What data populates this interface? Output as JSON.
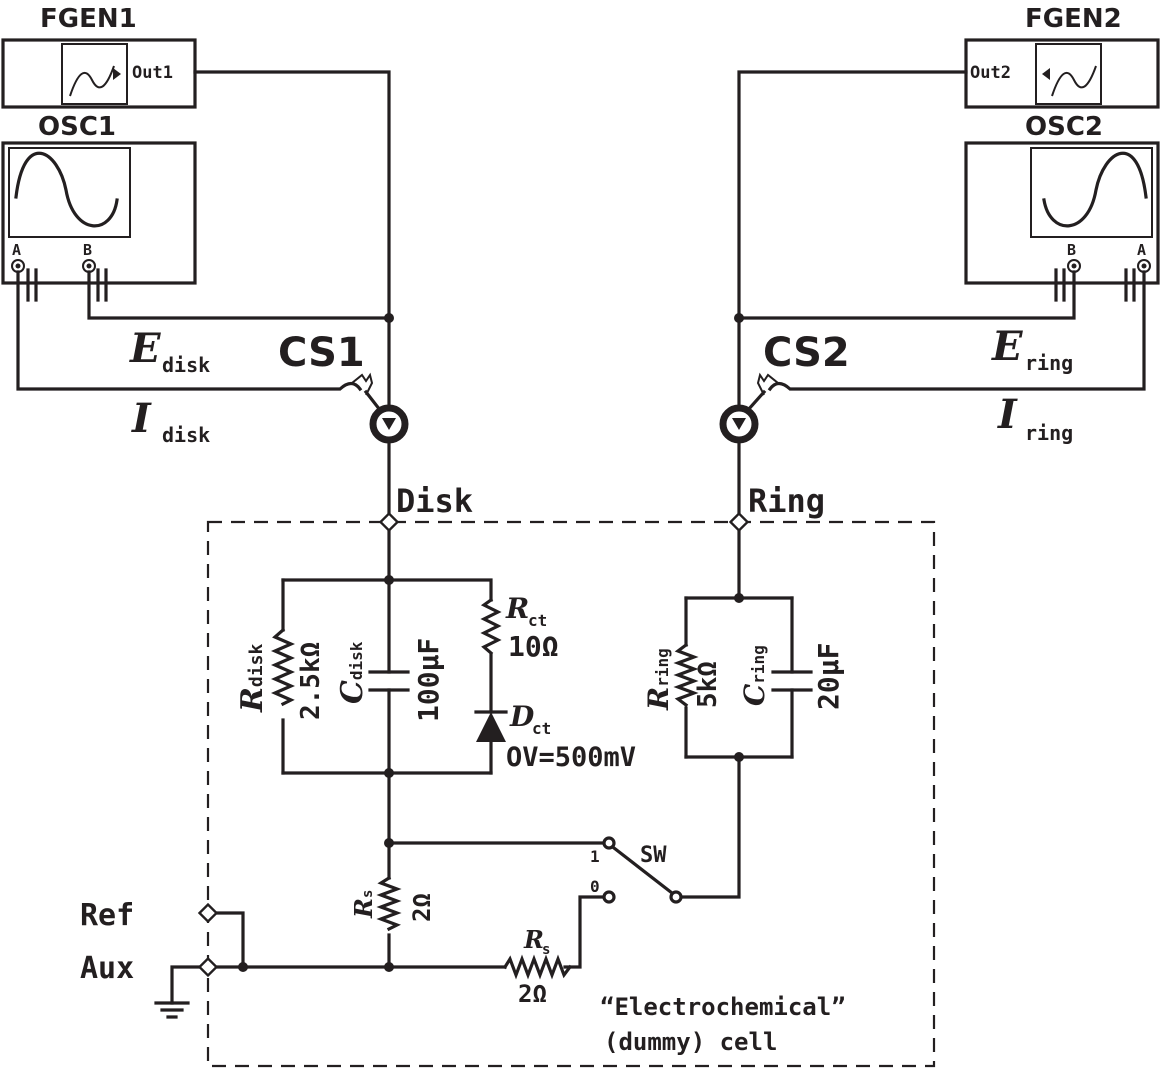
{
  "instruments": {
    "fgen1": {
      "label": "FGEN1",
      "output": "Out1"
    },
    "fgen2": {
      "label": "FGEN2",
      "output": "Out2"
    },
    "osc1": {
      "label": "OSC1",
      "channel_a": "A",
      "channel_b": "B"
    },
    "osc2": {
      "label": "OSC2",
      "channel_a": "A",
      "channel_b": "B"
    }
  },
  "current_sensors": {
    "cs1": "CS1",
    "cs2": "CS2"
  },
  "signals": {
    "e_disk": {
      "main": "E",
      "sub": "disk"
    },
    "i_disk": {
      "main": "I",
      "sub": "disk"
    },
    "e_ring": {
      "main": "E",
      "sub": "ring"
    },
    "i_ring": {
      "main": "I",
      "sub": "ring"
    }
  },
  "terminals": {
    "disk": "Disk",
    "ring": "Ring",
    "ref": "Ref",
    "aux": "Aux"
  },
  "components": {
    "r_disk": {
      "symbol": "R",
      "sub": "disk",
      "value": "2.5kΩ"
    },
    "c_disk": {
      "symbol": "C",
      "sub": "disk",
      "value": "100μF"
    },
    "r_ct": {
      "symbol": "R",
      "sub": "ct",
      "value": "10Ω"
    },
    "d_ct": {
      "symbol": "D",
      "sub": "ct",
      "value": "OV=500mV"
    },
    "r_ring": {
      "symbol": "R",
      "sub": "ring",
      "value": "5kΩ"
    },
    "c_ring": {
      "symbol": "C",
      "sub": "ring",
      "value": "20μF"
    },
    "r_s1": {
      "symbol": "R",
      "sub": "s",
      "value": "2Ω"
    },
    "r_s2": {
      "symbol": "R",
      "sub": "s",
      "value": "2Ω"
    },
    "switch": {
      "label": "SW",
      "pos1": "1",
      "pos0": "0"
    }
  },
  "cell_caption": {
    "line1": "“Electrochemical”",
    "line2": "(dummy) cell"
  }
}
